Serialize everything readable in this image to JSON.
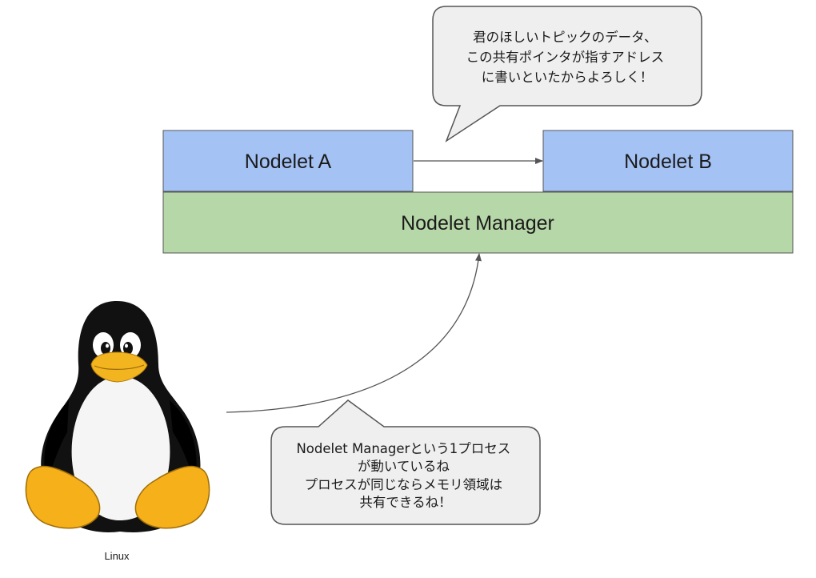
{
  "colors": {
    "nodelet": "#a4c2f4",
    "manager": "#b6d7a8",
    "bubble": "#efefef",
    "stroke": "#555555"
  },
  "boxes": {
    "nodelet_a": "Nodelet A",
    "nodelet_b": "Nodelet B",
    "manager": "Nodelet Manager"
  },
  "bubble_top": {
    "lines": [
      "君のほしいトピックのデータ、",
      "この共有ポインタが指すアドレス",
      "に書いといたからよろしく！"
    ]
  },
  "bubble_bottom": {
    "lines": [
      "Nodelet Managerという1プロセス",
      "が動いているね",
      "プロセスが同じならメモリ領域は",
      "共有できるね！"
    ]
  },
  "mascot": {
    "icon": "tux-penguin-icon",
    "caption": "Linux"
  }
}
